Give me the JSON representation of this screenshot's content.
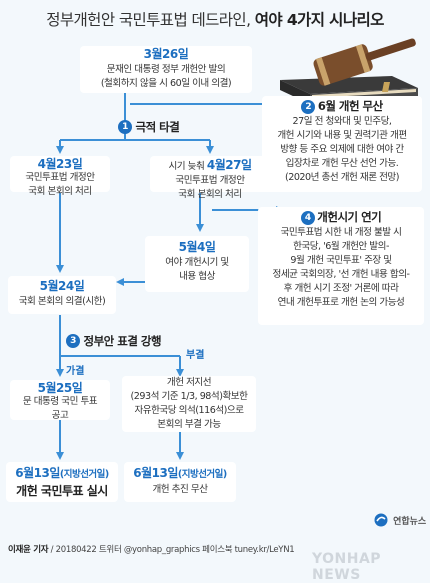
{
  "title": {
    "main": "정부개헌안 국민투표법 데드라인,",
    "bold": "여야 4가지 시나리오"
  },
  "top_box": {
    "date": "3월26일",
    "line1": "문재인 대통령 정부 개헌안 발의",
    "line2": "(철회하지 않을 시 60일 이내 의결)"
  },
  "scenario2": {
    "num": "2",
    "label": "6월 개헌 무산",
    "lines": [
      "27일 전 청와대 및 민주당,",
      "개헌 시기와 내용 및 권력기관 개편",
      "방향 등 주요 의제에 대한 여야 간",
      "입장차로 개헌 무산 선언 가능.",
      "(2020년 총선 개헌 재론 전망)"
    ]
  },
  "scenario1": {
    "num": "1",
    "label": "극적 타결"
  },
  "left_apr23": {
    "date": "4월23일",
    "line1": "국민투표법 개정안",
    "line2": "국회 본회의 처리"
  },
  "mid_apr27": {
    "prefix": "시기 늦춰",
    "date": "4월27일",
    "line1": "국민투표법 개정안",
    "line2": "국회 본회의 처리"
  },
  "scenario4": {
    "num": "4",
    "label": "개헌시기 연기",
    "lines": [
      "국민투표법 시한 내 개정 불발 시",
      "한국당, '6월 개헌안 발의-",
      "9월 개헌 국민투표' 주장 및",
      "정세균 국회의장, '선 개헌 내용 합의-",
      "후 개헌 시기 조정' 거론에 따라",
      "연내 개헌투표로 개헌 논의 가능성"
    ]
  },
  "may4": {
    "date": "5월4일",
    "line1": "여야 개헌시기 및",
    "line2": "내용 협상"
  },
  "may24": {
    "date": "5월24일",
    "line1": "국회 본회의 의결(시한)"
  },
  "scenario3": {
    "num": "3",
    "label": "정부안 표결 강행"
  },
  "pass_label": "가결",
  "reject_label": "부결",
  "may25": {
    "date": "5월25일",
    "line1": "문 대통령 국민 투표",
    "line2": "공고"
  },
  "reject_box": {
    "line1": "개헌 저지선",
    "line2": "(293석 기준 1/3, 98석)확보한",
    "line3": "자유한국당 의석(116석)으로",
    "line4": "본회의 부결 가능"
  },
  "jun13_left": {
    "date": "6월13일",
    "sub": "(지방선거일)",
    "line1": "개헌 국민투표 실시"
  },
  "jun13_right": {
    "date": "6월13일",
    "sub": "(지방선거일)",
    "line1": "개헌 추진 무산"
  },
  "footer": {
    "author": "이재윤 기자",
    "text": " / 20180422   트위터 @yonhap_graphics  페이스북 tuney.kr/LeYN1"
  },
  "brand": "연합뉴스",
  "watermark": "YONHAP NEWS",
  "colors": {
    "background": "#f3f8fc",
    "accent_blue": "#1d6fc0",
    "arrow_blue": "#3b8fd6",
    "box": "#ffffff"
  }
}
